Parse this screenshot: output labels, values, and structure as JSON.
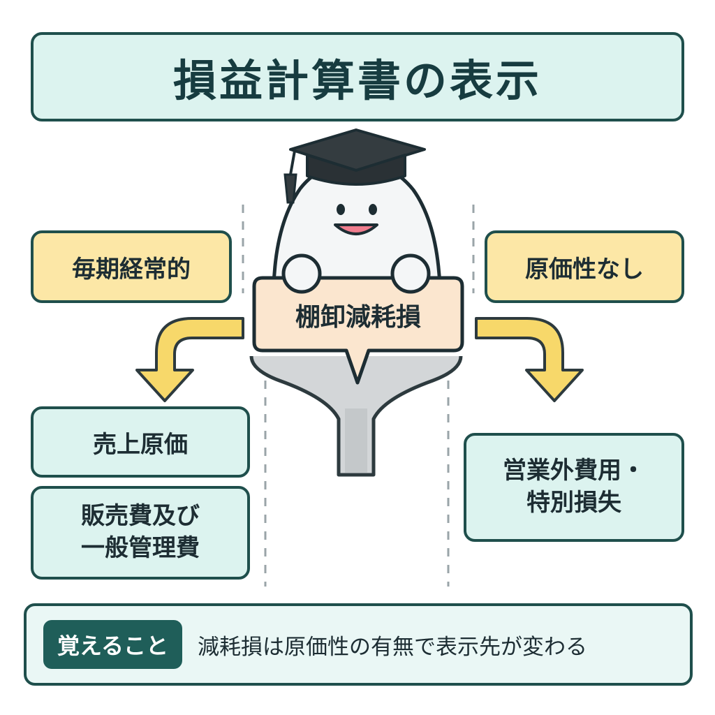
{
  "title": "損益計算書の表示",
  "center": {
    "label": "棚卸減耗損"
  },
  "left": {
    "condition": "毎期経常的",
    "results": [
      "売上原価",
      "販売費及び",
      "一般管理費"
    ]
  },
  "right": {
    "condition": "原価性なし",
    "results": [
      "営業外費用・",
      "特別損失"
    ]
  },
  "note": {
    "badge": "覚えること",
    "text": "減耗損は原価性の有無で表示先が変わる"
  },
  "icons": [
    "graduation-cap-icon",
    "mascot-character",
    "signpost-icon",
    "curved-arrow-icon"
  ],
  "colors": {
    "border": "#1f4f4c",
    "teal_fill": "#dcf3ef",
    "yellow_fill": "#fce7a6",
    "sign_fill": "#fbe6cf",
    "arrow": "#f7d86a",
    "badge": "#1f5e59"
  }
}
